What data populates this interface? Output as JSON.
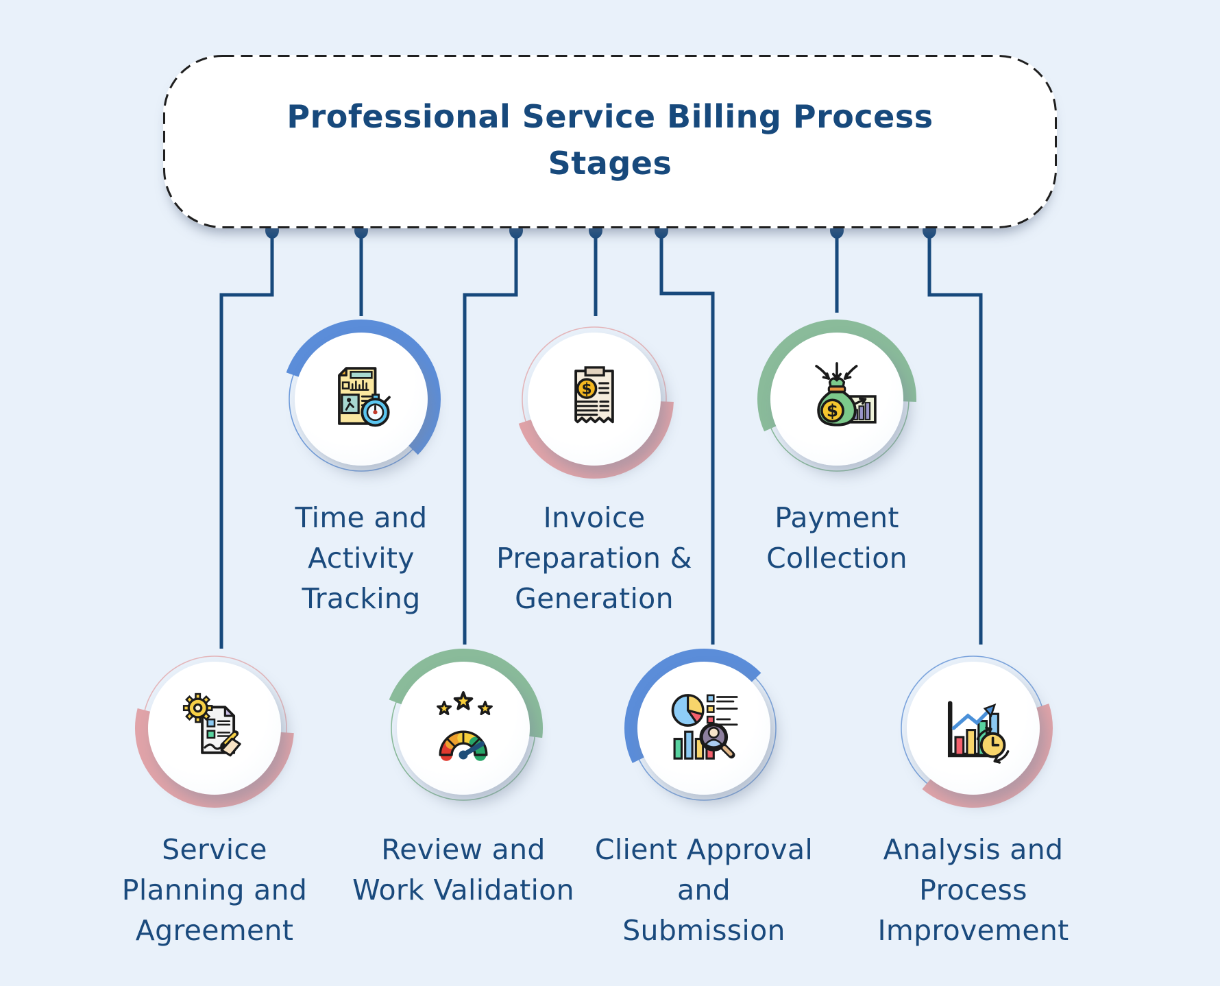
{
  "title": "Professional Service Billing Process\nStages",
  "colors": {
    "background": "#E9F1FA",
    "navy": "#17497C",
    "title_text": "#17497C",
    "label_text": "#1A4A7D",
    "box_fill": "#FFFFFF",
    "box_border": "#1F1F1F",
    "blue": "#5B8DD9",
    "green": "#8ABB9A",
    "pink": "#E0A3A8"
  },
  "nodes": [
    {
      "id": "service-planning",
      "label": "Service\nPlanning and\nAgreement",
      "icon": "contract-gear-signing-icon",
      "ring_color": "#E0A3A8",
      "outline_color": "#E4B6BA",
      "arc_mid_deg": 261,
      "arc_span_deg": 191,
      "row": "bottom"
    },
    {
      "id": "time-tracking",
      "label": "Time and\nActivity\nTracking",
      "icon": "timesheet-stopwatch-icon",
      "ring_color": "#5B8DD9",
      "outline_color": "#6F9CDC",
      "arc_mid_deg": 58,
      "arc_span_deg": 205,
      "row": "top"
    },
    {
      "id": "review-validation",
      "label": "Review and\nWork Validation",
      "icon": "rating-gauge-stars-icon",
      "ring_color": "#8ABB9A",
      "outline_color": "#8ABB9A",
      "arc_mid_deg": 76,
      "arc_span_deg": 166,
      "row": "bottom"
    },
    {
      "id": "invoice-generation",
      "label": "Invoice\nPreparation &\nGeneration",
      "icon": "dollar-receipt-icon",
      "ring_color": "#E0A3A8",
      "outline_color": "#E4B6BA",
      "arc_mid_deg": 278,
      "arc_span_deg": 160,
      "row": "top"
    },
    {
      "id": "client-approval",
      "label": "Client Approval\nand\nSubmission",
      "icon": "charts-magnifier-person-icon",
      "ring_color": "#5B8DD9",
      "outline_color": "#7AA3DC",
      "arc_mid_deg": 125,
      "arc_span_deg": 162,
      "row": "bottom"
    },
    {
      "id": "payment-collection",
      "label": "Payment\nCollection",
      "icon": "money-bag-growth-icon",
      "ring_color": "#8ABB9A",
      "outline_color": "#8ABB9A",
      "arc_mid_deg": 101,
      "arc_span_deg": 206,
      "row": "top"
    },
    {
      "id": "analysis-improvement",
      "label": "Analysis and\nProcess\nImprovement",
      "icon": "bar-chart-clock-icon",
      "ring_color": "#E0A3A8",
      "outline_color": "#7AA3DC",
      "arc_mid_deg": 304,
      "arc_span_deg": 148,
      "row": "bottom"
    }
  ]
}
